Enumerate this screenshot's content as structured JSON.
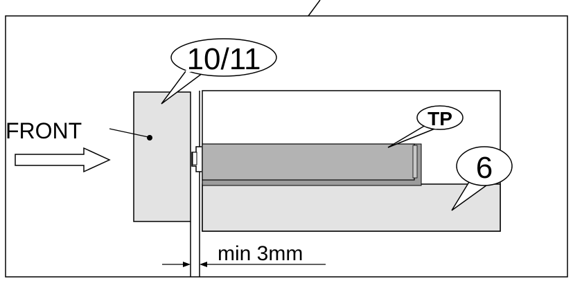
{
  "labels": {
    "front": "FRONT",
    "part_front": "10/11",
    "part_tp": "TP",
    "part_drawer": "6",
    "dimension": "min 3mm"
  },
  "colors": {
    "panel_fill": "#e3e3e3",
    "runner_fill": "#b3b3b3",
    "runner_dark": "#9c9c9c",
    "stroke": "#000000"
  }
}
